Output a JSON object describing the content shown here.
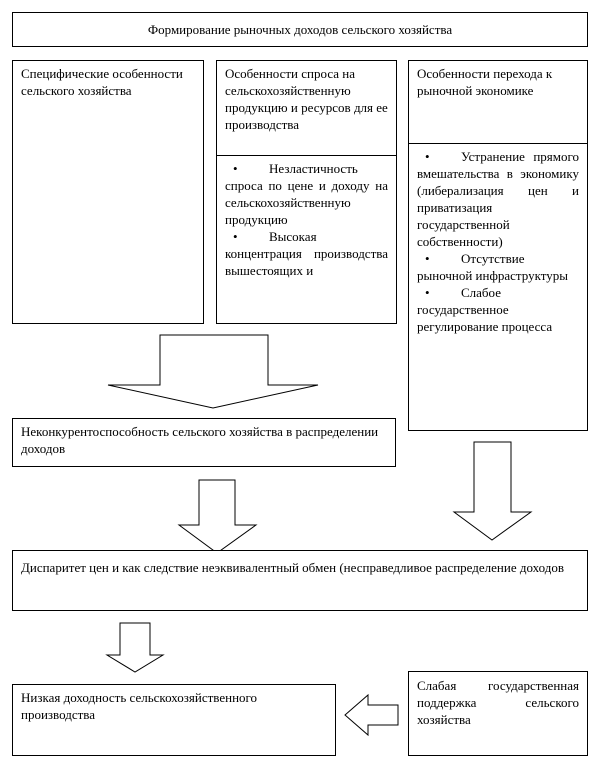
{
  "title": "Формирование рыночных доходов сельского хозяйства",
  "col1": {
    "heading": "Специфические особенности сельского хозяйства"
  },
  "col2": {
    "heading": "Особенности спроса на сельскохозяйственную продукцию и ресурсов для ее производства",
    "items": [
      "Незластичность спроса по цене и доходу на сельскохозяйственную продукцию",
      "Высокая концентрация производства вышестоящих и"
    ]
  },
  "col3": {
    "heading": "Особенности перехода к рыночной экономике",
    "items": [
      "Устранение прямого вмешательства в экономику (либерализация цен и приватизация государственной собственности)",
      "Отсутствие рыночной инфраструктуры",
      "Слабое государственное регулирование процесса"
    ]
  },
  "noncompetitive": "Неконкурентоспособность сельского хозяйства в распределении доходов",
  "disparity": "Диспаритет цен и как следствие неэквивалентный обмен (несправедливое распределение доходов",
  "low_profit": "Низкая доходность сельскохозяйственного производства",
  "weak_support": "Слабая государственная поддержка сельского хозяйства"
}
